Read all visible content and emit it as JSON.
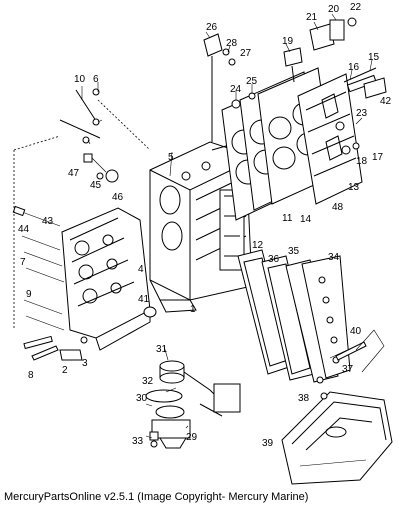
{
  "caption": "MercuryPartsOnline v2.5.1 (Image Copyright- Mercury Marine)",
  "callouts": [
    "1",
    "2",
    "3",
    "4",
    "5",
    "6",
    "7",
    "8",
    "9",
    "10",
    "11",
    "12",
    "13",
    "14",
    "15",
    "16",
    "17",
    "18",
    "19",
    "20",
    "21",
    "22",
    "23",
    "24",
    "25",
    "26",
    "27",
    "28",
    "29",
    "30",
    "31",
    "32",
    "33",
    "34",
    "35",
    "36",
    "37",
    "38",
    "39",
    "40",
    "41",
    "42",
    "43",
    "44",
    "45",
    "46",
    "47",
    "48"
  ],
  "icons": [
    "exploded-parts-diagram"
  ]
}
